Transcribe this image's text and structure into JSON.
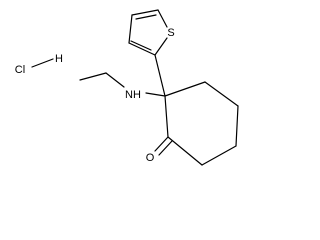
{
  "molecule": {
    "labels": {
      "hcl_chlorine": "Cl",
      "hcl_hydrogen": "H",
      "sulfur": "S",
      "amine": "NH",
      "carbonyl_oxygen": "O"
    },
    "bond_color": "#000000",
    "label_color": "#000000",
    "background": "#ffffff"
  }
}
